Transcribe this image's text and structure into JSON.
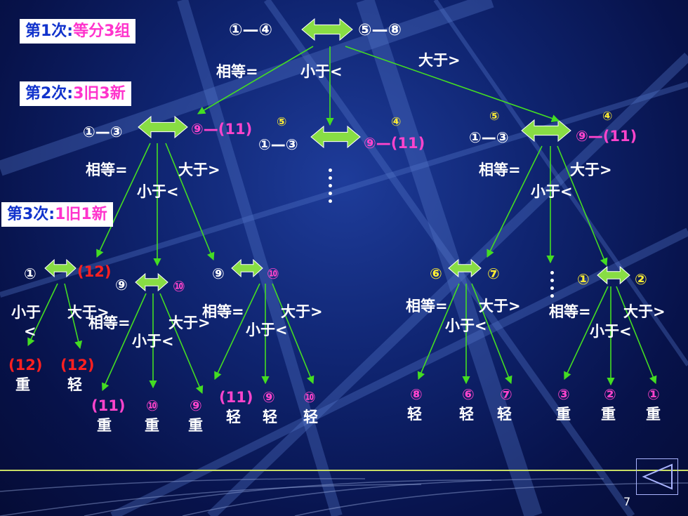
{
  "colors": {
    "arrow": "#44dd22",
    "balance": "#88dd44",
    "label_white": "#ffffff",
    "label_magenta": "#ff44cc",
    "label_red": "#ff2020",
    "label_yellow": "#ffee33",
    "box_title": "#1133cc"
  },
  "steps": [
    {
      "lead": "第1次:",
      "text": "等分3组"
    },
    {
      "lead": "第2次:",
      "text": "3旧3新"
    },
    {
      "lead": "第3次:",
      "text": "1旧1新"
    }
  ],
  "relations": {
    "eq": "相等=",
    "lt": "小于<",
    "gt": "大于>",
    "lt_top": "小于",
    "lt_bot": "<"
  },
  "coins": {
    "c1": "①",
    "c2": "②",
    "c3": "③",
    "c4": "④",
    "c5": "⑤",
    "c6": "⑥",
    "c7": "⑦",
    "c8": "⑧",
    "c9": "⑨",
    "c10": "⑩",
    "c11": "(11)",
    "c12": "(12)",
    "r1_4": "①—④",
    "r5_8": "⑤—⑧",
    "r1_3": "①—③",
    "r9_11": "⑨—(11)"
  },
  "results": {
    "heavy": "重",
    "light": "轻"
  },
  "page_number": "7"
}
